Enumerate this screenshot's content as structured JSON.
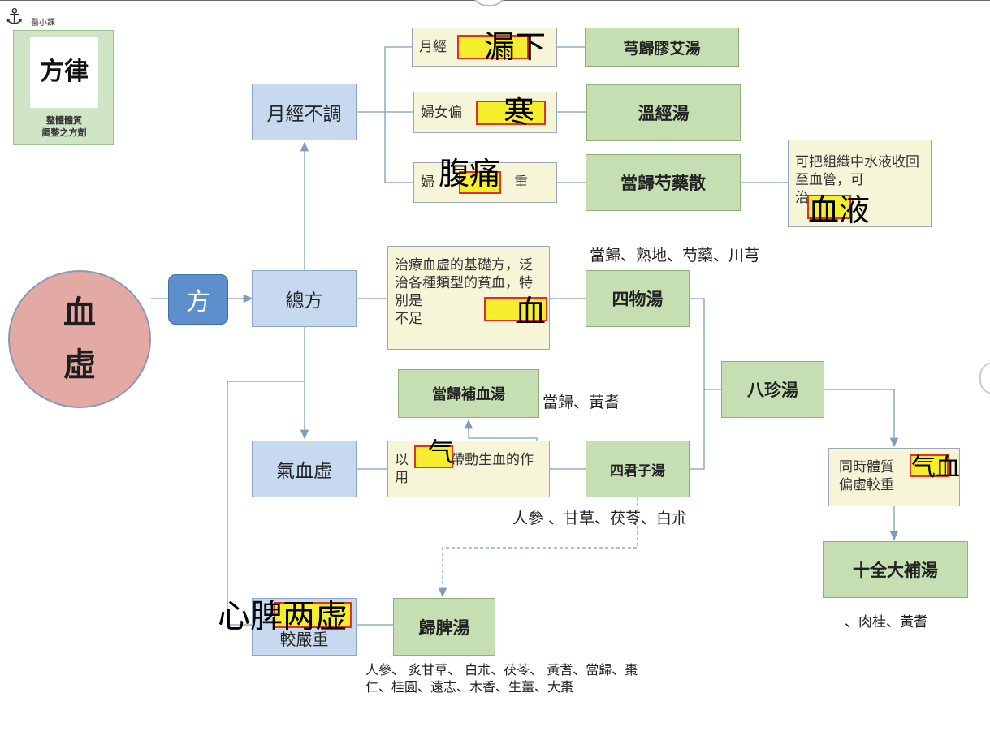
{
  "brand": {
    "name": "醫小課",
    "logo_text": "方律",
    "caption_line1": "整體體質",
    "caption_line2": "調整之方劑",
    "anchor_icon": "anchor-icon"
  },
  "root": {
    "line1": "血",
    "line2": "虛"
  },
  "fang": "方",
  "categories": {
    "yuejing": "月經不調",
    "zongfang": "總方",
    "qixue": "氣血虛",
    "xinpi": "較嚴重"
  },
  "conditions": {
    "yuejing_louxia": "月經",
    "fuen_han": "婦女偏",
    "fuen_futong_a": "婦",
    "fuen_futong_b": "重",
    "siwu_desc": "治療血虛的基礎方，泛治各種類型的貧血，特別是",
    "siwu_desc_tail": "不足",
    "qi_desc_a": "以",
    "qi_desc_b": "帶動生血的作用",
    "danggui_desc_a": "可把組織中水液收回至血管，可",
    "danggui_desc_b": "治",
    "bazhen_desc_a": "同時體質",
    "bazhen_desc_b": "偏虛較重"
  },
  "formulas": {
    "xionggui": "芎歸膠艾湯",
    "wenjing": "溫經湯",
    "danggui_shaoyao": "當歸芍藥散",
    "siwu": "四物湯",
    "danggui_buxue": "當歸補血湯",
    "sijunzi": "四君子湯",
    "bazhen": "八珍湯",
    "shiquan": "十全大補湯",
    "guipi": "歸脾湯"
  },
  "ingredients": {
    "siwu": "當歸、熟地、芍藥、川芎",
    "danggui_buxue": "當歸、黃耆",
    "sijunzi": "人參 、甘草、茯苓、白朮",
    "shiquan": "、肉桂、黃耆",
    "guipi": "人參、 炙甘草、 白朮、茯苓、 黃耆、當歸、棗仁、桂圓、遠志、木香、生薑、大棗"
  },
  "overlays": {
    "louxia": "漏下",
    "han": "寒",
    "futong": "腹痛",
    "xueye": "血液",
    "xue": "血",
    "qi": "气",
    "qixue": "气血",
    "xinpi": "心脾两虚"
  },
  "colors": {
    "blue_box": "#c6d9ef",
    "green_box": "#c6dfb2",
    "cream_box": "#f6f5d8",
    "root_circle": "#e3a9a4",
    "fang_button": "#5c8fcb",
    "highlight_fill": "#f5ee2d",
    "highlight_border": "#e0302a",
    "connector": "#7f9cc0"
  }
}
